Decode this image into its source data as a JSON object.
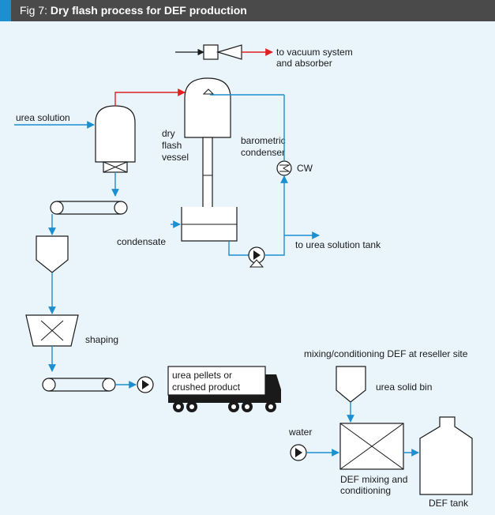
{
  "figure": {
    "number_label": "Fig 7: ",
    "title": "Dry flash process for DEF production"
  },
  "colors": {
    "header_bg": "#4a4a4a",
    "header_accent": "#1b8fd0",
    "background": "#e9f4fb",
    "process_line": "#1b8fd0",
    "vapour_line": "#e02020",
    "equipment_fill": "#ffffff",
    "outline": "#1a1a1a"
  },
  "labels": {
    "vacuum_1": "to vacuum system",
    "vacuum_2": "and absorber",
    "urea_solution": "urea solution",
    "dry": "dry",
    "flash": "flash",
    "vessel": "vessel",
    "barometric": "barometric",
    "condenser": "condenser",
    "cw": "CW",
    "condensate": "condensate",
    "to_tank": "to urea solution tank",
    "shaping": "shaping",
    "truck_1": "urea pellets or",
    "truck_2": "crushed product",
    "reseller": "mixing/conditioning DEF at reseller site",
    "solid_bin": "urea solid bin",
    "water": "water",
    "mixing_1": "DEF mixing and",
    "mixing_2": "conditioning",
    "def_tank": "DEF tank"
  }
}
